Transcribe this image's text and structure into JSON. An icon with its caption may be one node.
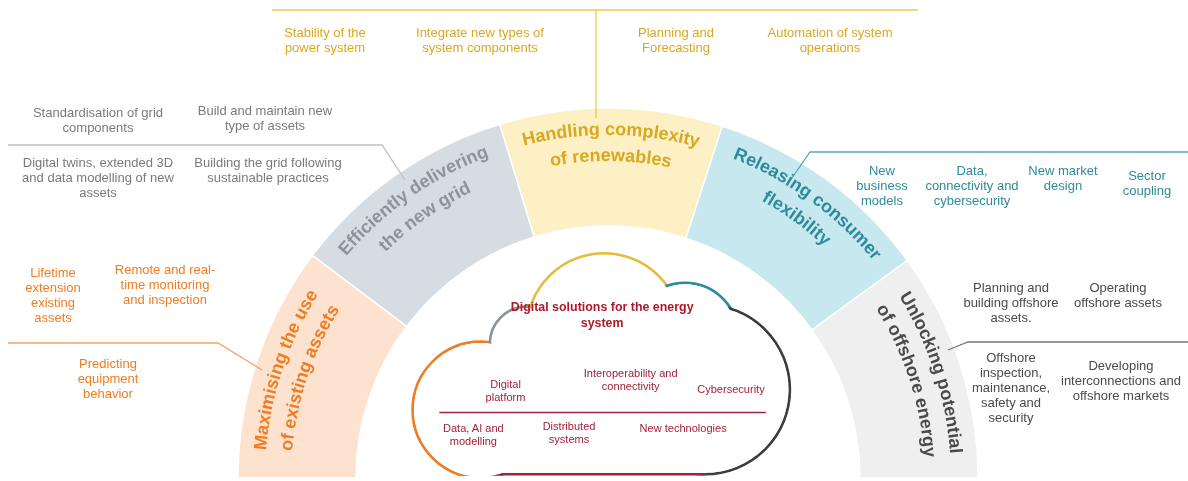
{
  "diagram": {
    "nodes": [
      {
        "text": [
          "Maximising the use of existing assets"
        ]
      },
      {
        "text": [
          "Efficiently delivering the new grid"
        ]
      },
      {
        "text": [
          "Handling complexity of renewables"
        ]
      },
      {
        "text": [
          "Releasing consumer flexibility"
        ]
      },
      {
        "text": [
          "Unlocking potential of offshore energy"
        ]
      },
      {
        "text": [
          "Digital solutions for the energy system"
        ]
      },
      {
        "text": [
          "Digital platform"
        ],
        "in": 5
      },
      {
        "text": [
          "Interoperability and connectivity"
        ],
        "in": 5
      },
      {
        "text": [
          "Cybersecurity"
        ],
        "in": 5
      },
      {
        "text": [
          "Data, AI and modelling"
        ],
        "in": 5
      },
      {
        "text": [
          "Distributed systems"
        ],
        "in": 5
      },
      {
        "text": [
          "New technologies"
        ],
        "in": 5
      }
    ],
    "edges": [],
    "labels": [
      "Stability of the power system",
      "Integrate new types of system components",
      "Planning and Forecasting",
      "Automation of system operations",
      "Standardisation of grid components",
      "Build and maintain new type of assets",
      "Digital twins, extended 3D and data modelling of new assets",
      "Building the grid following sustainable practices",
      "New business models",
      "Data, connectivity and cybersecurity",
      "New market design",
      "Sector coupling",
      "Lifetime extension existing assets",
      "Remote and real-time monitoring and inspection",
      "Planning and building offshore assets.",
      "Operating offshore assets",
      "Predicting equipment behavior",
      "Offshore inspection, maintenance, safety and security",
      "Developing interconnections and offshore markets"
    ]
  }
}
